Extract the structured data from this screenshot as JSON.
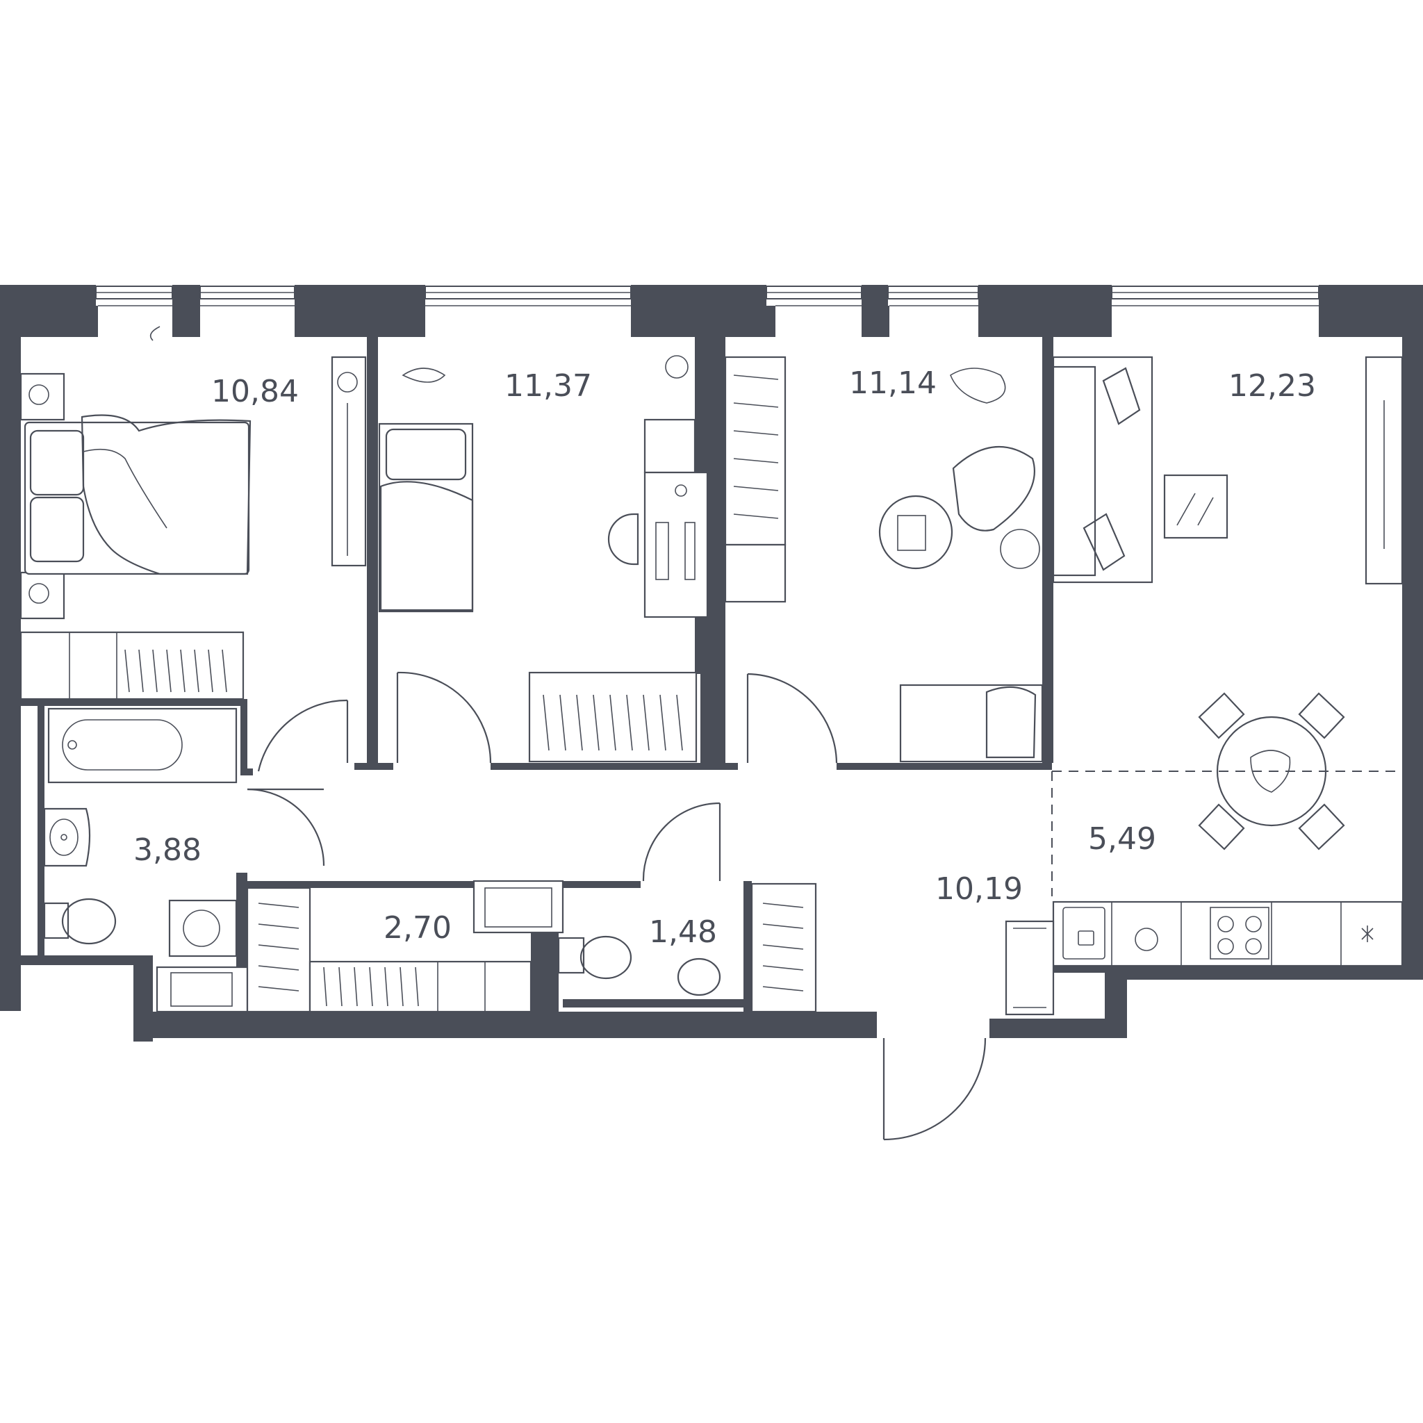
{
  "plan": {
    "wall_color": "#4a4e58",
    "rooms": [
      {
        "id": "bedroom-1",
        "area": "10,84"
      },
      {
        "id": "bedroom-2",
        "area": "11,37"
      },
      {
        "id": "bedroom-3",
        "area": "11,14"
      },
      {
        "id": "living-room",
        "area": "12,23"
      },
      {
        "id": "kitchen",
        "area": "5,49"
      },
      {
        "id": "hallway",
        "area": "10,19"
      },
      {
        "id": "bathroom",
        "area": "3,88"
      },
      {
        "id": "storage",
        "area": "2,70"
      },
      {
        "id": "toilet",
        "area": "1,48"
      }
    ]
  }
}
